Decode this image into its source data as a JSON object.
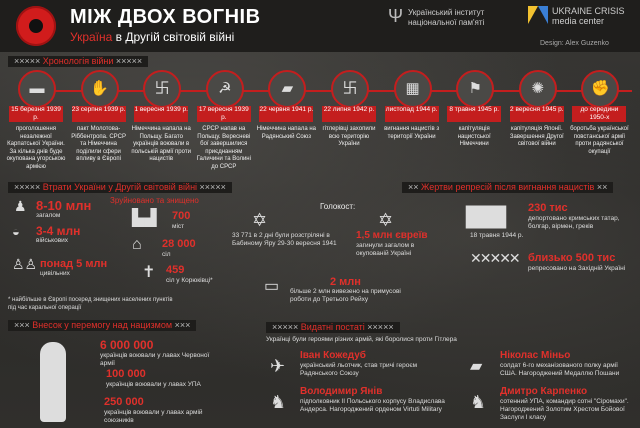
{
  "header": {
    "title": "МІЖ ДВОХ ВОГНІВ",
    "subtitle_red": "Україна",
    "subtitle_rest": " в Другій світовій війні",
    "institute": "Український інститут національної пам'яті",
    "uamc_name": "UKRAINE CRISIS",
    "uamc_sub": "media center",
    "design": "Design: Alex Guzenko"
  },
  "chronology": {
    "title": "Хронологія війни",
    "items": [
      {
        "date": "15 березня 1939 р.",
        "icon": "flag-ukraine",
        "glyph": "▬",
        "text": "проголошення незалежної Карпатської України. За кілька днів буде окупована угорською армією"
      },
      {
        "date": "23 серпня 1939 р.",
        "icon": "handshake-icon",
        "glyph": "✋",
        "text": "пакт Молотова-Ріббентропа. СРСР та Німеччина поділили сфери впливу в Європі"
      },
      {
        "date": "1 вересня 1939 р.",
        "icon": "swastika-icon",
        "glyph": "卐",
        "text": "Німеччина напала на Польщу. Багато українців воювали в польській армії проти нацистів"
      },
      {
        "date": "17 вересня 1939 р.",
        "icon": "hammer-sickle-icon",
        "glyph": "☭",
        "text": "СРСР напав на Польщу. Вересневі бої завершилися приєднанням Галичини та Волині до СРСР"
      },
      {
        "date": "22 червня 1941 р.",
        "icon": "tank-icon",
        "glyph": "▰",
        "text": "Німеччина напала на Радянський Союз"
      },
      {
        "date": "22 липня 1942 р.",
        "icon": "swastika-icon",
        "glyph": "卐",
        "text": "гітлерівці захопили всю територію України"
      },
      {
        "date": "листопад 1944 р.",
        "icon": "map-icon",
        "glyph": "▦",
        "text": "вигнання нацистів з території України"
      },
      {
        "date": "8 травня 1945 р.",
        "icon": "white-flag-icon",
        "glyph": "⚑",
        "text": "капітуляція нацистської Німеччини"
      },
      {
        "date": "2 вересня 1945 р.",
        "icon": "japan-flag-icon",
        "glyph": "✺",
        "text": "капітуляція Японії. Завершення Другої світової війни"
      },
      {
        "date": "до середини 1950-х",
        "icon": "resistance-icon",
        "glyph": "✊",
        "text": "боротьба української повстанської армії проти радянської окупації"
      }
    ]
  },
  "losses": {
    "title": "Втрати України у Другій світовій війні",
    "killed_num": "8-10 млн",
    "killed_label": "загалом",
    "military_num": "3-4 млн",
    "military_label": "військових",
    "civil_num": "понад 5 млн",
    "civil_label": "цивільних",
    "footnote": "* найбільше в Європі посеред знищених населених пунктів під час каральної операції",
    "destroyed_title": "Зруйновано та знищено",
    "cities_num": "700",
    "cities_label": "міст",
    "villages_num": "28 000",
    "villages_label": "сіл",
    "burned_num": "459",
    "burned_label": "сіл у Корюківці*",
    "holocaust_title": "Голокост:",
    "babyn_num": "33 771",
    "babyn_text": "33 771 в 2 дні були розстріляні в Бабиному Яру 29-30 вересня 1941",
    "holocaust_num": "1,5 млн євреїв",
    "holocaust_text": "загинули загалом в окупованій Україні",
    "forced_num": "2 млн",
    "forced_text": "більше 2 млн вивезено на примусові роботи до Третього Рейху"
  },
  "repressions": {
    "title": "Жертви репресій після вигнання нацистів",
    "deported_num": "230 тис",
    "deported_text": "депортовано кримських татар, болгар, вірмен, греків",
    "repressed_num": "близько 500 тис",
    "repressed_text": "репресовано на Західній Україні",
    "train_note": "18 травня 1944 р."
  },
  "victory": {
    "title": "Внесок у перемогу над нацизмом",
    "red_army_num": "6 000 000",
    "red_army_text": "українців воювали у лавах Червоної армії",
    "upa_num": "100 000",
    "upa_text": "українців воювали у лавах УПА",
    "allies_num": "250 000",
    "allies_text": "українців воювали у лавах армій союзників"
  },
  "figures": {
    "title": "Видатні постаті",
    "intro": "Українці були героями різних армій, які боролися проти Гітлера",
    "people": [
      {
        "name": "Іван Кожедуб",
        "text": "український льотчик, став тричі героєм Радянського Союзу"
      },
      {
        "name": "Ніколас Міньо",
        "text": "солдат 6-го механізованого полку армії США. Нагороджений Медаллю Пошани"
      },
      {
        "name": "Володимир Янів",
        "text": "підполковник II Польського корпусу Владислава Андерса. Нагороджений орденом Virtuti Military"
      },
      {
        "name": "Дмитро Карпенко",
        "text": "сотенний УПА, командир сотні \"Сіромахи\". Нагороджений Золотим Хрестом Бойової Заслуги I класу"
      }
    ]
  }
}
